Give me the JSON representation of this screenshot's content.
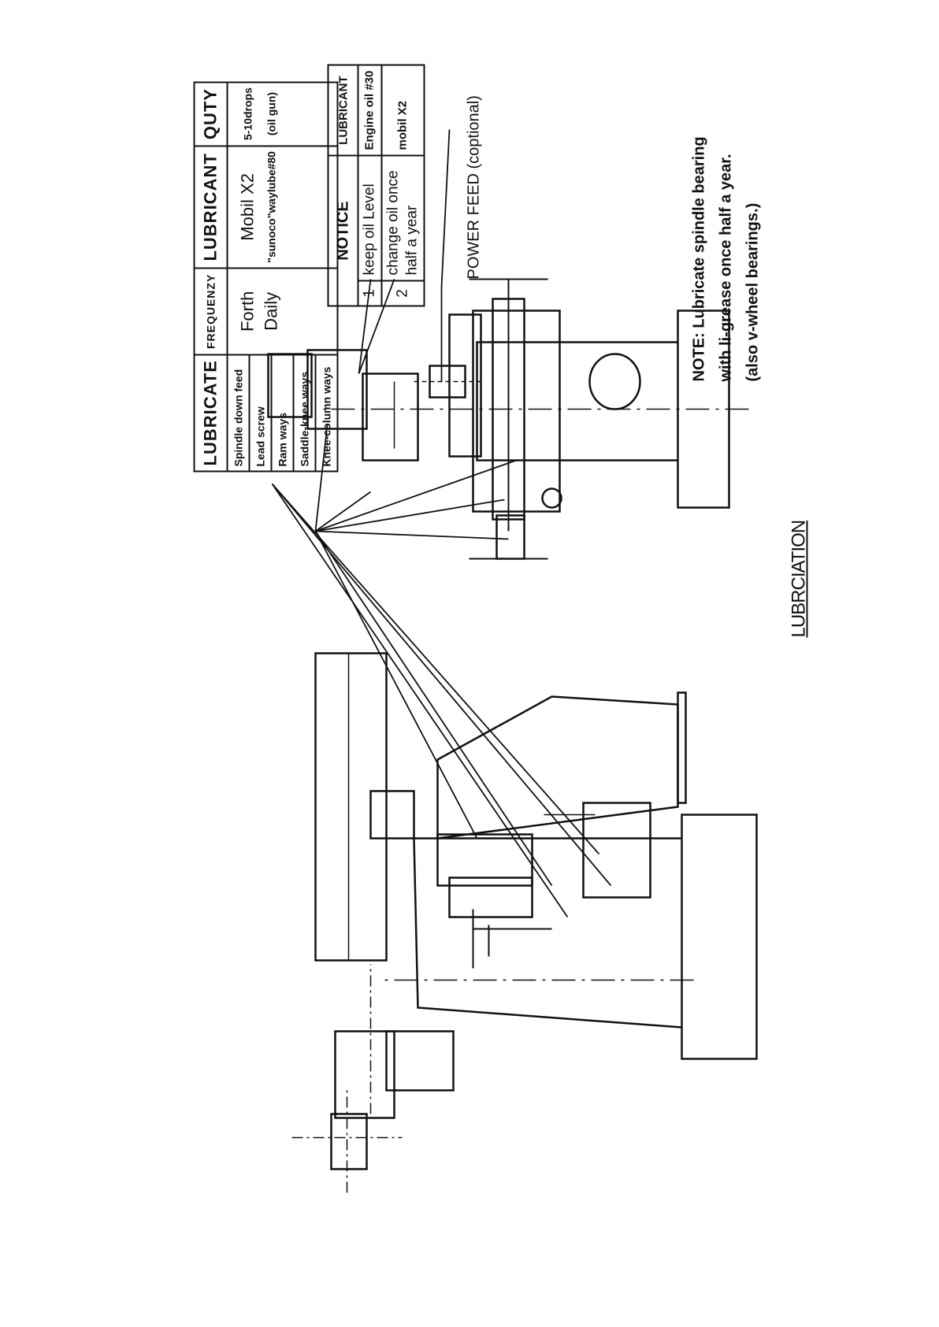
{
  "lubrication_table": {
    "headers": [
      "LUBRICATE",
      "FREQUENZY",
      "LUBRICANT",
      "QUTY"
    ],
    "items": [
      "Spindle down feed",
      "Lead  screw",
      "Ram  ways",
      "Saddle-knee ways",
      "Knee-column ways"
    ],
    "frequency": [
      "Forth",
      "Daily"
    ],
    "lubricant": [
      "Mobil X2",
      "\"sunoco\"waylube#80"
    ],
    "quantity": [
      "5-10drops",
      "(oil gun)"
    ]
  },
  "notice_table": {
    "headers": [
      "NOTICE",
      "LUBRICANT"
    ],
    "rows": [
      {
        "num": "1",
        "notice": "keep oil  Level",
        "lubricant": "Engine oil #30"
      },
      {
        "num": "2",
        "notice": "change oil once half a year",
        "lubricant": "mobil  X2"
      }
    ]
  },
  "power_feed_label": "POWER FEED (coptional)",
  "note_lines": [
    "NOTE: Lubricate spindle bearing",
    "with li-grease once half a year.",
    "(also v-wheel bearings.)"
  ],
  "caption": "LUBRCIATION"
}
